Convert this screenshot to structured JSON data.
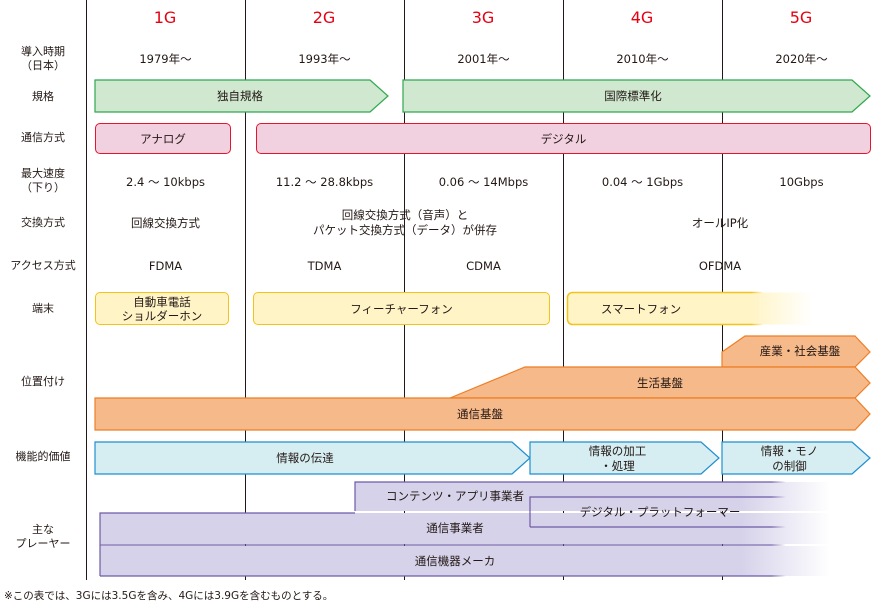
{
  "generations": [
    {
      "name": "1G",
      "year": "1979年〜",
      "speed": "2.4 〜 10kbps",
      "switching": "回線交換方式",
      "access": "FDMA"
    },
    {
      "name": "2G",
      "year": "1993年〜",
      "speed": "11.2 〜 28.8kbps",
      "switching": "",
      "access": "TDMA"
    },
    {
      "name": "3G",
      "year": "2001年〜",
      "speed": "0.06 〜 14Mbps",
      "switching": "",
      "access": "CDMA"
    },
    {
      "name": "4G",
      "year": "2010年〜",
      "speed": "0.04 〜 1Gbps",
      "switching": "",
      "access": ""
    },
    {
      "name": "5G",
      "year": "2020年〜",
      "speed": "10Gbps",
      "switching": "",
      "access": ""
    }
  ],
  "row_labels": {
    "intro": "導入時期\n（日本）",
    "standard": "規格",
    "comm": "通信方式",
    "speed": "最大速度\n（下り）",
    "switching": "交換方式",
    "access": "アクセス方式",
    "terminal": "端末",
    "position": "位置付け",
    "value": "機能的価値",
    "players": "主な\nプレーヤー"
  },
  "switching_mid": "回線交換方式（音声）と\nパケット交換方式（データ）が併存",
  "switching_late": "オールIP化",
  "access_late": "OFDMA",
  "standard": {
    "proprietary": "独自規格",
    "international": "国際標準化"
  },
  "comm": {
    "analog": "アナログ",
    "digital": "デジタル"
  },
  "terminal": {
    "shoulder": "自動車電話\nショルダーホン",
    "feature": "フィーチャーフォン",
    "smart": "スマートフォン"
  },
  "position": {
    "industry": "産業・社会基盤",
    "life": "生活基盤",
    "comm": "通信基盤"
  },
  "value": {
    "transmit": "情報の伝達",
    "process": "情報の加工\n・処理",
    "control": "情報・モノ\nの制御"
  },
  "players": {
    "content": "コンテンツ・アプリ事業者",
    "platform": "デジタル・プラットフォーマー",
    "carrier": "通信事業者",
    "vendor": "通信機器メーカ"
  },
  "footnote": "※この表では、3Gには3.5Gを含み、4Gには3.9Gを含むものとする。",
  "colors": {
    "red": "#e60012",
    "green_fill": "#cfe8cf",
    "green_border": "#2fa84f",
    "orange_fill": "#f6b98a",
    "orange_border": "#ee7f26",
    "blue_fill": "#d6eef2",
    "blue_border": "#1f8fd1",
    "purple_fill": "#d6d2ea",
    "purple_border": "#6e5aa6"
  }
}
